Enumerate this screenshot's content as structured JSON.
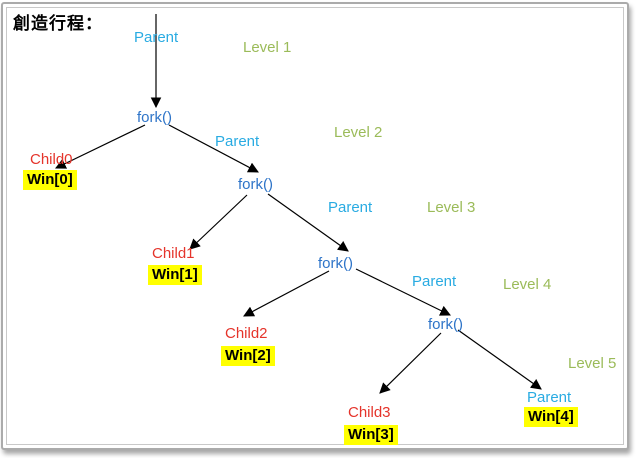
{
  "title": "創造行程：",
  "labels": {
    "parent": "Parent",
    "fork": "fork()"
  },
  "children": [
    "Child0",
    "Child1",
    "Child2",
    "Child3"
  ],
  "wins": [
    "Win[0]",
    "Win[1]",
    "Win[2]",
    "Win[3]",
    "Win[4]"
  ],
  "levels": [
    "Level 1",
    "Level 2",
    "Level 3",
    "Level 4",
    "Level 5"
  ],
  "colors": {
    "parent": "#29ABE2",
    "fork": "#2E74C8",
    "child": "#E5342B",
    "level": "#9BBB59",
    "win_bg": "#FFFF00",
    "win_text": "#000000",
    "line": "#000000"
  }
}
